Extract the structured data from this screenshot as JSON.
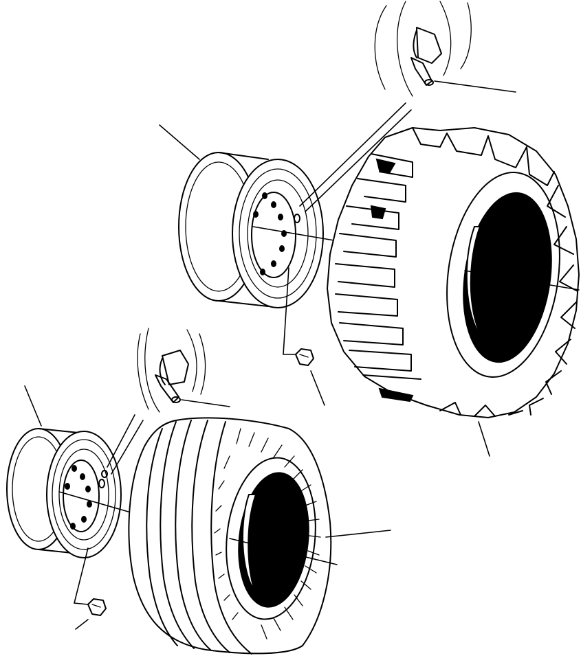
{
  "diagram": {
    "parts": [
      {
        "id": "valve-upper",
        "icon": "valve-stem-icon"
      },
      {
        "id": "rim-upper",
        "icon": "wheel-rim-icon"
      },
      {
        "id": "nut-upper",
        "icon": "wheel-nut-icon"
      },
      {
        "id": "tire-upper",
        "icon": "lug-tread-tire-icon"
      },
      {
        "id": "valve-lower",
        "icon": "valve-stem-icon"
      },
      {
        "id": "rim-lower",
        "icon": "wheel-rim-icon"
      },
      {
        "id": "nut-lower",
        "icon": "wheel-nut-icon"
      },
      {
        "id": "tire-lower",
        "icon": "rib-tread-tire-icon"
      }
    ]
  }
}
